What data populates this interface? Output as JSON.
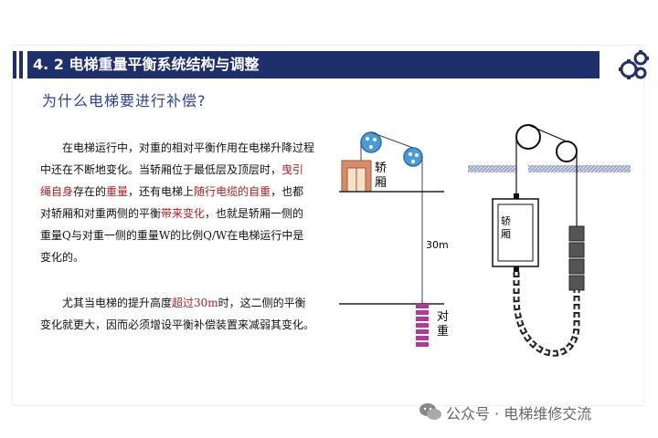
{
  "header": {
    "title": "4. 2  电梯重量平衡系统结构与调整"
  },
  "subtitle": "为什么电梯要进行补偿?",
  "paragraph1": {
    "s1": "在电梯运行中，对重的相对平衡作用在电梯升降过程中还在不断地变化。当轿厢位于最低层及顶层时，",
    "r1": "曳引绳自身",
    "s2": "存在的",
    "r2": "重量",
    "s3": "，还有电梯上",
    "r3": "随行电缆的自重",
    "s4": "，也都对轿厢和对重两侧的平衡",
    "r4": "带来变化",
    "s5": "，也就是轿厢一侧的重量Q与对重一侧的重量W的比例Q/W在电梯运行中是变化的。"
  },
  "paragraph2": {
    "s1": "尤其当电梯的提升高度",
    "r1": "超过30m",
    "s2": "时，这二侧的平衡变化就更大，因而必须增设平衡补偿装置来减弱其变化。"
  },
  "diagram_left": {
    "car_label": "轿\n厢",
    "height_label": "30m",
    "counterweight_label": "对\n重"
  },
  "diagram_right": {
    "car_label": "轿\n厢"
  },
  "watermark": "公众号 · 电梯维修交流",
  "colors": {
    "navy": "#1f2f6b",
    "red": "#b01e1e",
    "blue": "#2a3f9a",
    "magenta": "#b4379a"
  }
}
